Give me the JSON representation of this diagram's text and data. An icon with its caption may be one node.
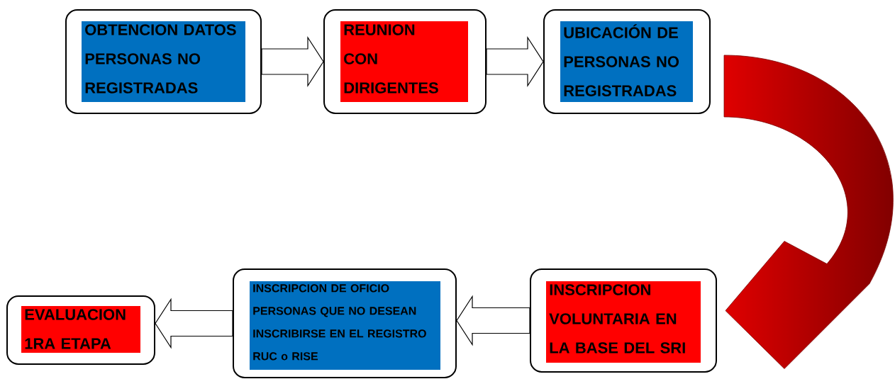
{
  "diagram": {
    "nodes": [
      {
        "text": [
          "OBTENCION DATOS PERSONAS NO REGISTRADAS"
        ]
      },
      {
        "text": [
          "REUNION CON DIRIGENTES"
        ]
      },
      {
        "text": [
          "UBICACIÓN DE PERSONAS NO REGISTRADAS"
        ]
      },
      {
        "text": [
          "INSCRIPCION VOLUNTARIA EN LA BASE DEL SRI"
        ]
      },
      {
        "text": [
          "INSCRIPCION DE OFICIO PERSONAS QUE NO DESEAN INSCRIBIRSE EN EL REGISTRO RUC o RISE"
        ]
      },
      {
        "text": [
          "EVALUACION 1RA ETAPA"
        ]
      }
    ],
    "edges": [
      {
        "from": 0,
        "to": 1,
        "arrow": "to"
      },
      {
        "from": 1,
        "to": 2,
        "arrow": "to"
      },
      {
        "from": 2,
        "to": 3,
        "arrow": "to"
      },
      {
        "from": 3,
        "to": 4,
        "arrow": "to"
      },
      {
        "from": 4,
        "to": 5,
        "arrow": "to"
      }
    ]
  }
}
